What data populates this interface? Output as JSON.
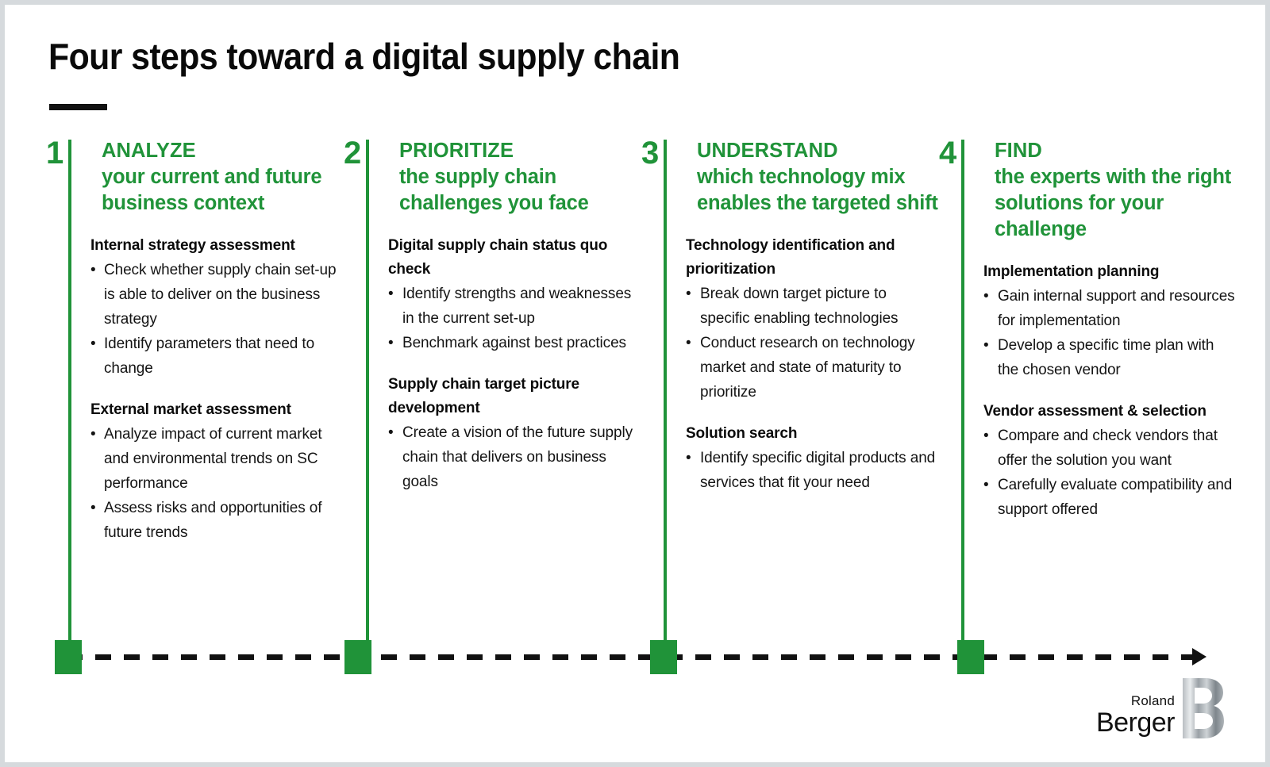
{
  "title": "Four steps toward a digital supply chain",
  "theme": {
    "green": "#209339",
    "text": "#141414",
    "frame": "#d6dadd"
  },
  "columns": [
    {
      "number": "1",
      "head_caps": "ANALYZE",
      "head_rest": "your current and future business context",
      "sections": [
        {
          "title": "Internal strategy assessment",
          "bullets": [
            "Check whether supply chain set-up is able to deliver on the business strategy",
            "Identify parameters that need to change"
          ]
        },
        {
          "title": "External market assessment",
          "bullets": [
            "Analyze impact of current market and environmental trends on SC performance",
            "Assess risks and opportunities of future trends"
          ]
        }
      ]
    },
    {
      "number": "2",
      "head_caps": "PRIORITIZE",
      "head_rest": "the supply chain challenges you face",
      "sections": [
        {
          "title": "Digital supply chain status quo check",
          "bullets": [
            "Identify strengths and weaknesses in the current set-up",
            "Benchmark against best practices"
          ]
        },
        {
          "title": "Supply chain target picture development",
          "bullets": [
            "Create a vision of the future supply chain that delivers on business goals"
          ]
        }
      ]
    },
    {
      "number": "3",
      "head_caps": "UNDERSTAND",
      "head_rest": "which technology mix enables the targeted shift",
      "sections": [
        {
          "title": "Technology identification and prioritization",
          "bullets": [
            "Break down target picture to specific enabling technologies",
            "Conduct research on technology market and state of maturity to prioritize"
          ]
        },
        {
          "title": "Solution search",
          "bullets": [
            "Identify specific digital products and services that fit your need"
          ]
        }
      ]
    },
    {
      "number": "4",
      "head_caps": "FIND",
      "head_rest": "the experts with the right solutions for your challenge",
      "sections": [
        {
          "title": "Implementation planning",
          "bullets": [
            "Gain internal support and resources for implementation",
            "Develop a specific time plan with the chosen vendor"
          ]
        },
        {
          "title": "Vendor assessment & selection",
          "bullets": [
            "Compare and check vendors that offer the solution you want",
            "Carefully evaluate compatibility and support offered"
          ]
        }
      ]
    }
  ],
  "timeline": {
    "node_count": 4,
    "line_style": "dashed",
    "arrow_direction": "right"
  },
  "logo": {
    "line1": "Roland",
    "line2": "Berger",
    "mark_letter": "B"
  }
}
